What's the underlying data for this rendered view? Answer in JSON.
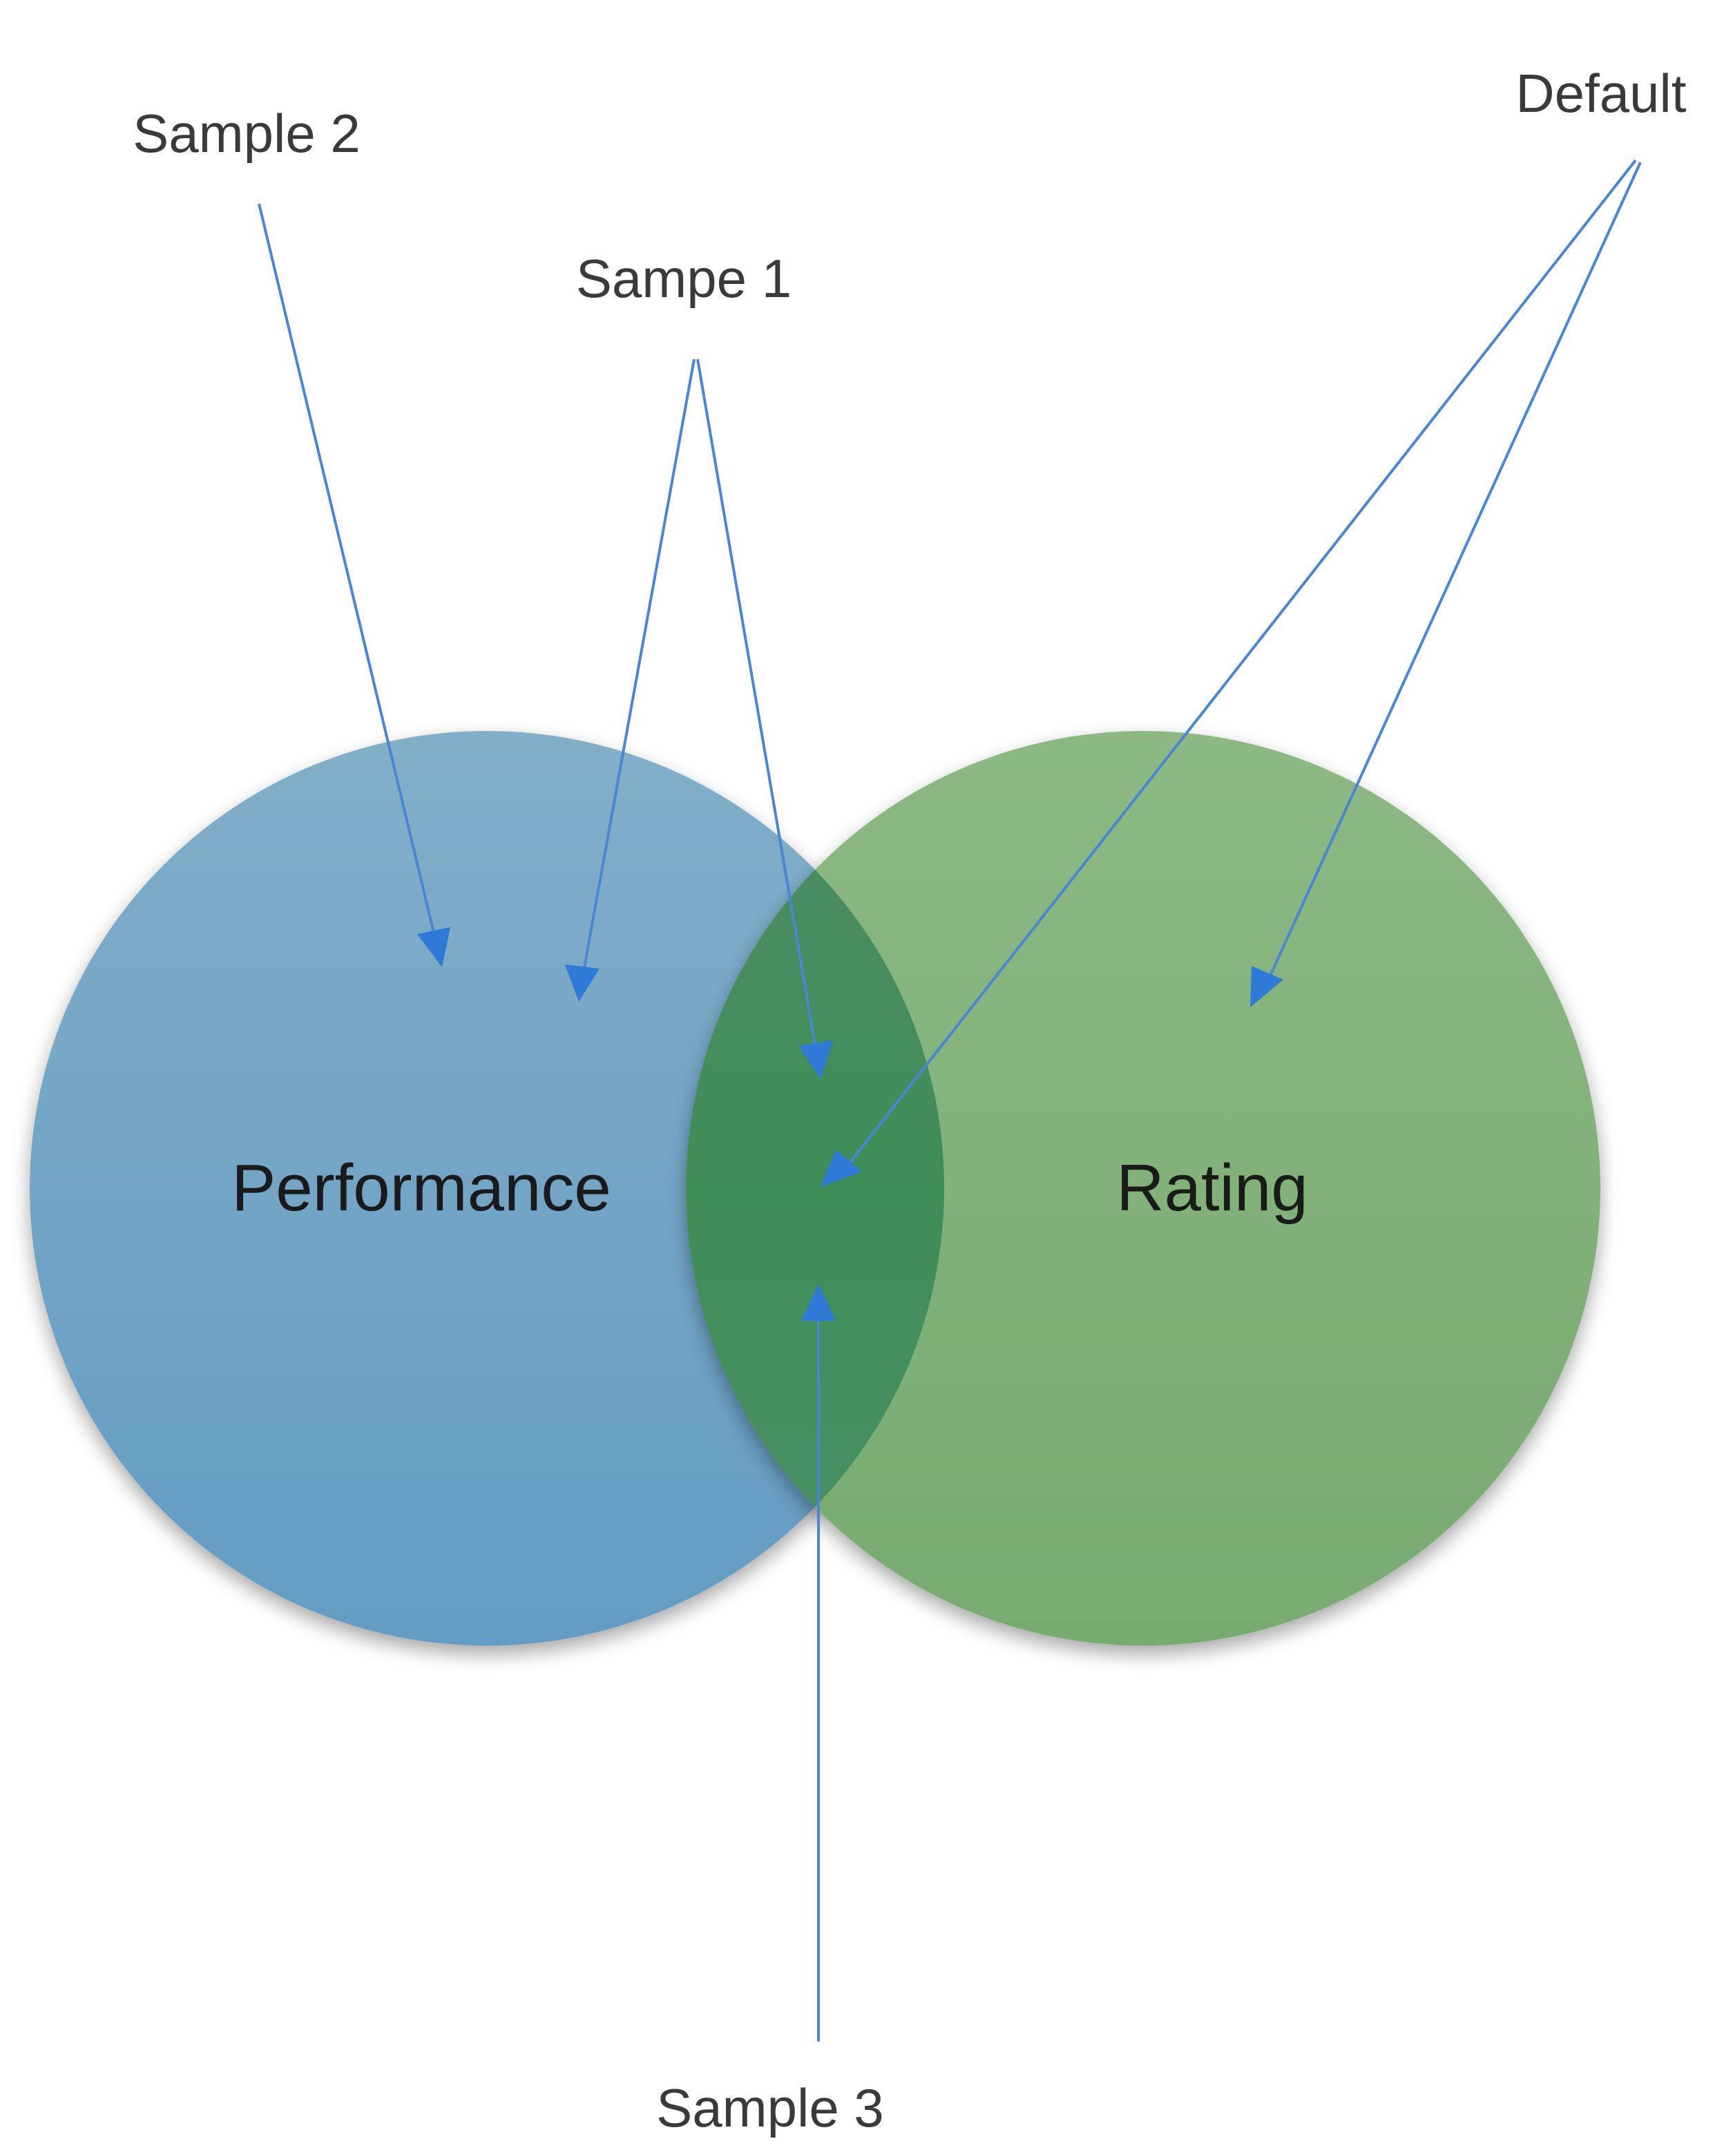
{
  "venn": {
    "left_set": {
      "label": "Performance",
      "color": "#6aa3c8"
    },
    "right_set": {
      "label": "Rating",
      "color": "#7fb177"
    },
    "overlap_color": "#3e8a5a"
  },
  "callouts": {
    "sample2": "Sample 2",
    "sample1": "Sampe 1",
    "default": "Default",
    "sample3": "Sample 3"
  },
  "arrow_color": "#2f7ad6"
}
